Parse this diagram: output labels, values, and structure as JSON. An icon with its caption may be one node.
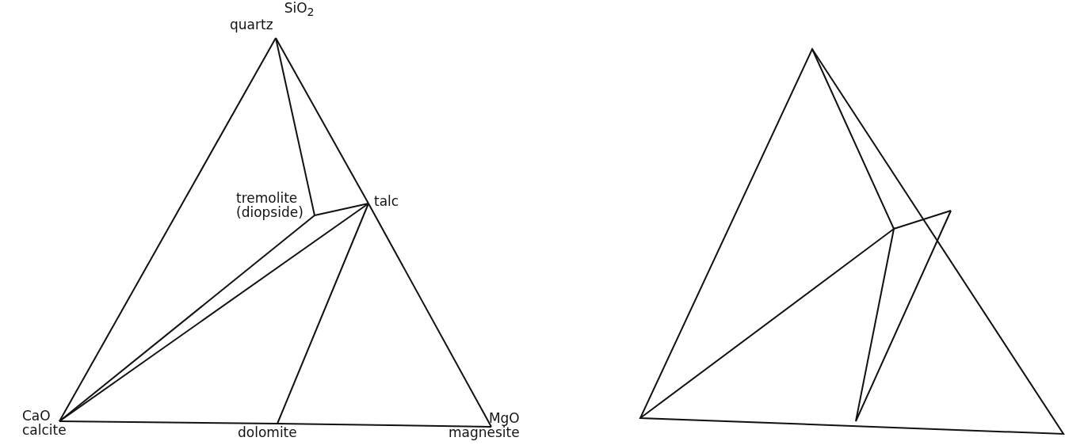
{
  "diagram": {
    "nodes": [
      {
        "text": [
          "SiO$_{2}$",
          "quartz"
        ]
      },
      {
        "text": [
          "CaO",
          "calcite"
        ]
      },
      {
        "text": [
          "MgO",
          "magnesite"
        ]
      },
      {
        "text": [
          "tremolite",
          "(diopside)"
        ]
      },
      {
        "text": [
          "talc"
        ]
      },
      {
        "text": [
          "dolomite"
        ]
      }
    ],
    "edges": [
      {
        "from": 0,
        "to": 1,
        "arrow": "none"
      },
      {
        "from": 0,
        "to": 4,
        "arrow": "none"
      },
      {
        "from": 4,
        "to": 2,
        "arrow": "none"
      },
      {
        "from": 1,
        "to": 5,
        "arrow": "none"
      },
      {
        "from": 5,
        "to": 2,
        "arrow": "none"
      },
      {
        "from": 0,
        "to": 3,
        "arrow": "none"
      },
      {
        "from": 3,
        "to": 4,
        "arrow": "none"
      },
      {
        "from": 1,
        "to": 3,
        "arrow": "none"
      },
      {
        "from": 1,
        "to": 4,
        "arrow": "none"
      },
      {
        "from": 5,
        "to": 4,
        "arrow": "none"
      }
    ]
  }
}
